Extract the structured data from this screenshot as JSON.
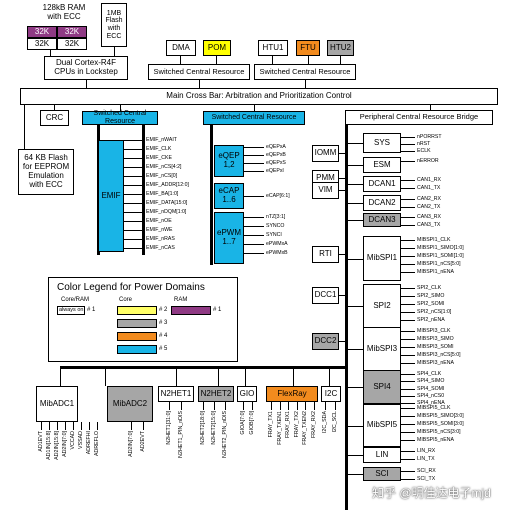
{
  "ram": {
    "label": "128kB RAM\nwith ECC",
    "cells": [
      "32K",
      "32K",
      "32K",
      "32K"
    ]
  },
  "flash": {
    "label": "1MB\nFlash\nwith\nECC"
  },
  "cpus": {
    "label": "Dual Cortex-R4F\nCPUs in Lockstep"
  },
  "top_modules": [
    {
      "label": "DMA"
    },
    {
      "label": "POM"
    },
    {
      "label": "HTU1"
    },
    {
      "label": "FTU"
    },
    {
      "label": "HTU2"
    }
  ],
  "scr": "Switched Central Resource",
  "main_bar": "Main Cross Bar: Arbitration and Prioritization Control",
  "crc": "CRC",
  "eeprom": "64 KB Flash\nfor EEPROM\nEmulation\nwith ECC",
  "pcrb": "Peripheral Central Resource Bridge",
  "emif": {
    "label": "EMIF",
    "signals": [
      "EMIF_nWAIT",
      "EMIF_CLK",
      "EMIF_CKE",
      "EMIF_nCS[4:2]",
      "EMIF_nCS[0]",
      "EMIF_ADDR[12:0]",
      "EMIF_BA[1:0]",
      "EMIF_DATA[15:0]",
      "EMIF_nDQM[1:0]",
      "EMIF_nOE",
      "EMIF_nWE",
      "EMIF_nRAS",
      "EMIF_nCAS"
    ]
  },
  "eqep": {
    "label": "eQEP\n1,2",
    "signals": [
      "eQEPxA",
      "eQEPxB",
      "eQEPxS",
      "eQEPxI"
    ]
  },
  "ecap": {
    "label": "eCAP\n1..6",
    "signals": [
      "eCAP[6:1]"
    ]
  },
  "epwm": {
    "label": "ePWM\n1..7",
    "signals": [
      "nTZ[3:1]",
      "SYNCO",
      "SYNCI",
      "ePWMxA",
      "ePWMxB"
    ]
  },
  "left_periph": [
    "IOMM",
    "PMM",
    "VIM",
    "RTI",
    "DCC1",
    "DCC2"
  ],
  "right_periph": [
    {
      "label": "SYS",
      "signals": [
        "nPORRST",
        "nRST",
        "ECLK"
      ]
    },
    {
      "label": "ESM",
      "signals": [
        "nERROR"
      ]
    },
    {
      "label": "DCAN1",
      "signals": [
        "CAN1_RX",
        "CAN1_TX"
      ]
    },
    {
      "label": "DCAN2",
      "signals": [
        "CAN2_RX",
        "CAN2_TX"
      ]
    },
    {
      "label": "DCAN3",
      "signals": [
        "CAN3_RX",
        "CAN3_TX"
      ]
    },
    {
      "label": "MibSPI1",
      "signals": [
        "MIBSPI1_CLK",
        "MIBSPI1_SIMO[1:0]",
        "MIBSPI1_SOMI[1:0]",
        "MIBSPI1_nCS[5:0]",
        "MIBSPI1_nENA"
      ]
    },
    {
      "label": "SPI2",
      "signals": [
        "SPI2_CLK",
        "SPI2_SIMO",
        "SPI2_SOMI",
        "SPI2_nCS[1:0]",
        "SPI2_nENA"
      ]
    },
    {
      "label": "MibSPI3",
      "signals": [
        "MIBSPI3_CLK",
        "MIBSPI3_SIMO",
        "MIBSPI3_SOMI",
        "MIBSPI3_nCS[5:0]",
        "MIBSPI3_nENA"
      ]
    },
    {
      "label": "SPI4",
      "signals": [
        "SPI4_CLK",
        "SPI4_SIMO",
        "SPI4_SOMI",
        "SPI4_nCS0",
        "SPI4_nENA"
      ]
    },
    {
      "label": "MibSPI5",
      "signals": [
        "MIBSPI5_CLK",
        "MIBSPI5_SIMO[3:0]",
        "MIBSPI5_SOMI[3:0]",
        "MIBSPI5_nCS[3:0]",
        "MIBSPI5_nENA"
      ]
    },
    {
      "label": "LIN",
      "signals": [
        "LIN_RX",
        "LIN_TX"
      ]
    },
    {
      "label": "SCI",
      "signals": [
        "SCI_RX",
        "SCI_TX"
      ]
    }
  ],
  "legend": {
    "title": "Color Legend for Power Domains",
    "core_ram_header": "Core/RAM",
    "core_header": "Core",
    "ram_header": "RAM",
    "always_on": "always on",
    "items": [
      "# 1",
      "# 2",
      "# 3",
      "# 4",
      "# 5",
      "# 1"
    ]
  },
  "bottom_modules": [
    {
      "label": "MibADC1"
    },
    {
      "label": "MibADC2"
    },
    {
      "label": "N2HET1"
    },
    {
      "label": "N2HET2"
    },
    {
      "label": "GIO"
    },
    {
      "label": "FlexRay"
    },
    {
      "label": "I2C"
    }
  ],
  "bottom_signals": {
    "adc1": [
      "AD1EVT",
      "AD1IN[15:8]",
      "AD2IN[15:8]",
      "AD2IN[7:0]"
    ],
    "adc_ref": [
      "VCCAD",
      "VSSAD",
      "ADREFHI",
      "ADREFLO"
    ],
    "adc2": [
      "AD2IN[7:0]",
      "AD2EVT"
    ],
    "n2het1": [
      "N2HET1[31:0]",
      "N2HET1_PIN_nDIS"
    ],
    "n2het2": [
      "N2HET2[18:0]",
      "N2HET2[15:0]",
      "N2HET2_PIN_nDIS"
    ],
    "gio": [
      "GIOA[7:0]",
      "GIOB[7:0]"
    ],
    "flexray": [
      "FRAY_TX1",
      "FRAY_TXEN1",
      "FRAY_RX1",
      "FRAY_TX2",
      "FRAY_TXEN2",
      "FRAY_RX2"
    ],
    "i2c": [
      "I2C_SDA",
      "I2C_SCL"
    ]
  },
  "colors": {
    "cyan": "#19b4e6",
    "yellow": "#ffff00",
    "orange": "#f28b1e",
    "purple": "#8f3a84",
    "gray": "#a6a6a6"
  },
  "watermark": "知乎 @明佳达电子mjd"
}
